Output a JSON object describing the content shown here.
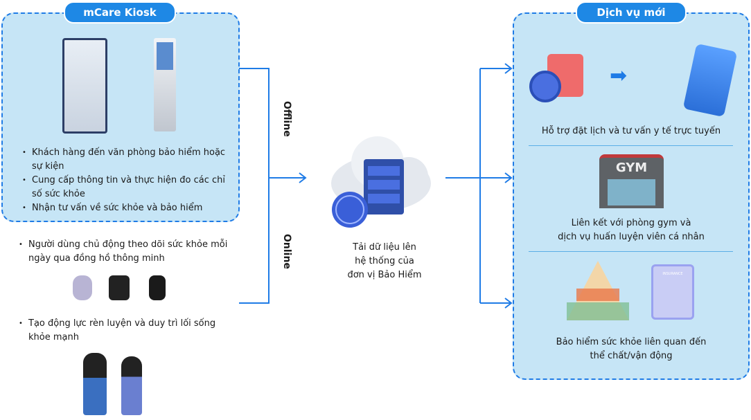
{
  "kiosk": {
    "title": "mCare Kiosk",
    "bullets": [
      "Khách hàng đến văn phòng bảo hiểm hoặc sự kiện",
      "Cung cấp thông tin và thực hiện đo các chỉ số sức khỏe",
      "Nhận tư vấn về sức khỏe và bảo hiểm"
    ]
  },
  "online_section": {
    "bullet1": "Người dùng chủ động theo dõi sức khỏe mỗi ngày qua đồng hồ thông minh",
    "bullet2": "Tạo động lực rèn luyện và duy trì lối sống khỏe mạnh"
  },
  "connectors": {
    "offline": "Offline",
    "online": "Online"
  },
  "cloud": {
    "caption_lines": [
      "Tải dữ liệu lên",
      "hệ thống của",
      "đơn vị Bảo Hiểm"
    ]
  },
  "services": {
    "title": "Dịch vụ mới",
    "items": [
      {
        "label": "Hỗ trợ đặt lịch  và tư vấn y tế trực tuyến"
      },
      {
        "label_lines": [
          "Liên kết với phòng gym và",
          "dịch vụ huấn luyện viên cá nhân"
        ],
        "sign": "GYM"
      },
      {
        "label_lines": [
          "Bảo hiểm sức khỏe liên quan đến",
          "thể chất/vận động"
        ],
        "doc": "INSURANCE"
      }
    ]
  },
  "colors": {
    "accent": "#1e88e5",
    "box_bg": "#c6e5f6"
  }
}
